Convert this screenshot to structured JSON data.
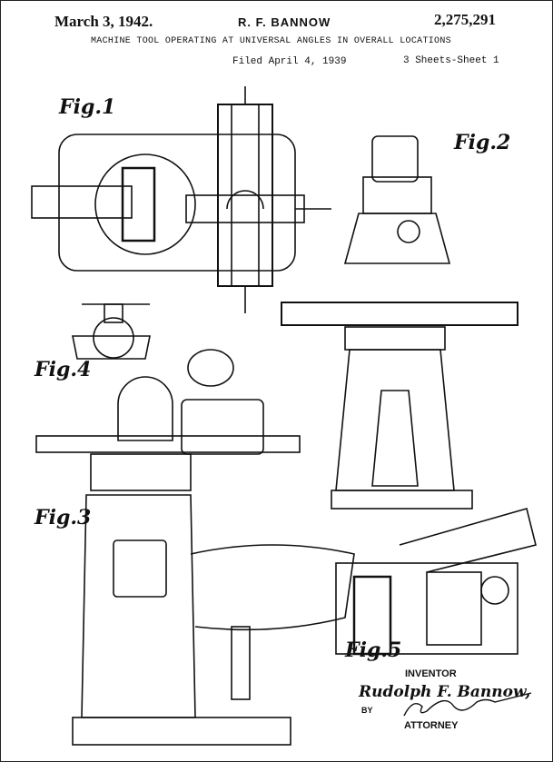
{
  "header": {
    "date": "March 3, 1942.",
    "inventor": "R. F. BANNOW",
    "patent_number": "2,275,291",
    "title": "MACHINE TOOL OPERATING AT UNIVERSAL ANGLES IN OVERALL LOCATIONS",
    "filed": "Filed April 4, 1939",
    "sheets": "3 Sheets-Sheet 1"
  },
  "figures": {
    "fig1": "Fig.1",
    "fig2": "Fig.2",
    "fig3": "Fig.3",
    "fig4": "Fig.4",
    "fig5": "Fig.5"
  },
  "signature": {
    "inventor_label": "INVENTOR",
    "inventor_name": "Rudolph F. Bannow,",
    "by": "BY",
    "attorney_label": "ATTORNEY"
  }
}
